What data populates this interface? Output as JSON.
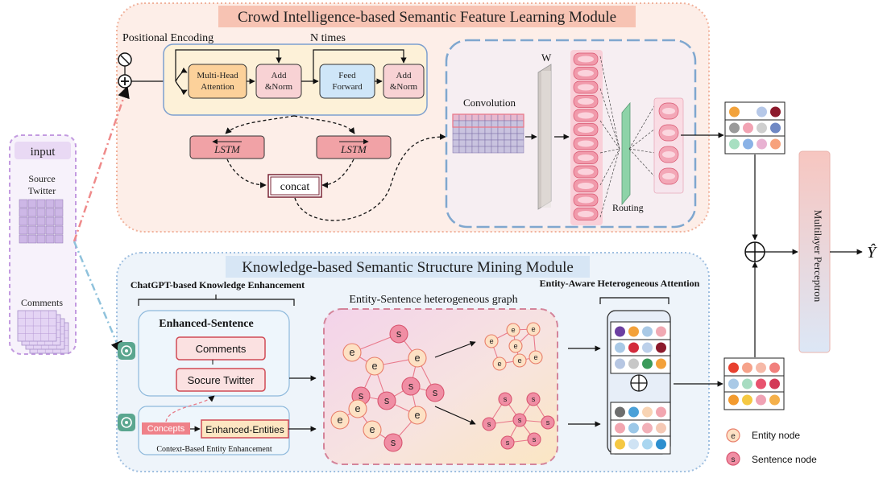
{
  "top_module": {
    "title": "Crowd Intelligence-based Semantic Feature Learning Module"
  },
  "bottom_module": {
    "title": "Knowledge-based Semantic Structure Mining Module"
  },
  "input_panel": {
    "title": "input",
    "source_label_1": "Source",
    "source_label_2": "Twitter",
    "comments_label": "Comments"
  },
  "transformer": {
    "positional_encoding": "Positional Encoding",
    "n_times": "N times",
    "mha_1": "Multi-Head",
    "mha_2": "Attention",
    "addnorm_1": "Add",
    "addnorm_2": "&Norm",
    "ff_1": "Feed",
    "ff_2": "Forward"
  },
  "lstm": {
    "backward": "LSTM",
    "forward": "LSTM",
    "concat": "concat"
  },
  "capsule": {
    "convolution": "Convolution",
    "w": "W",
    "routing": "Routing"
  },
  "mlp": {
    "label": "Multilayer Perceptron",
    "output": "Ŷ"
  },
  "knowledge": {
    "chatgpt_enh": "ChatGPT-based Knowledge Enhancement",
    "enhanced_sentence": "Enhanced-Sentence",
    "comments": "Comments",
    "source_twitter": "Socure Twitter",
    "concepts": "Concepts",
    "enhanced_entities": "Enhanced-Entities",
    "context_entity": "Context-Based Entity Enhancement"
  },
  "graph": {
    "title": "Entity-Sentence heterogeneous graph",
    "attention_title": "Entity-Aware Heterogeneous Attention",
    "entity_letter": "e",
    "sentence_letter": "s"
  },
  "legend": {
    "entity": "Entity node",
    "sentence": "Sentence node"
  },
  "colors": {
    "top_bg": "#fdeee8",
    "top_border": "#f1b39d",
    "bottom_bg": "#eef4fa",
    "bottom_border": "#9fbfe0",
    "entity_fill": "#fde1c4",
    "entity_stroke": "#e87e6a",
    "sentence_fill": "#f08ea4",
    "sentence_stroke": "#d8546f",
    "graph_edge": "#e9798b"
  }
}
